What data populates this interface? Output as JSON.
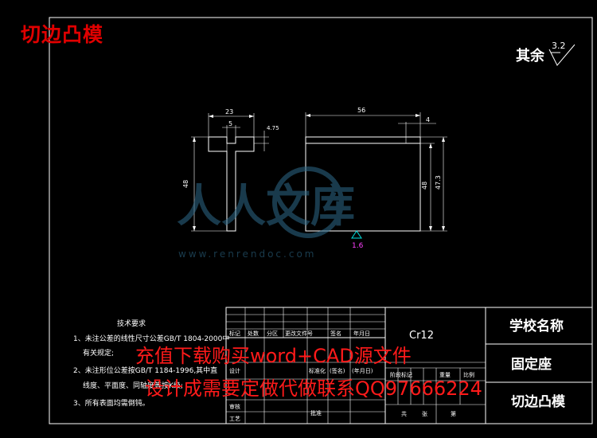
{
  "page": {
    "top_title": "切边凸模",
    "roughness_other": "其余",
    "roughness_value": "3.2"
  },
  "drawing": {
    "front_view": {
      "dim_top_width": "23",
      "dim_slot_width": "5",
      "dim_offset": "4.75",
      "dim_height": "48"
    },
    "side_view": {
      "dim_width": "56",
      "dim_step": "4",
      "dim_height": "48",
      "dim_height_total": "47.3"
    },
    "surface_mark": "1.6"
  },
  "watermark": {
    "brand_cn": "人人文库",
    "url": "www.renrendoc.com",
    "line1": "充值下载购买word+CAD源文件",
    "line2": "设计成需要定做代做联系QQ97666224"
  },
  "notes": {
    "title": "技术要求",
    "items": [
      "1、未注公差的线性尺寸公差GB/T 1804-2000中",
      "有关规定;",
      "2、未注形位公差按GB/T 1184-1996,其中直",
      "线度、平面度、同轴度等按K级;",
      "3、所有表面均需倒钝。"
    ]
  },
  "title_block": {
    "material": "Cr12",
    "school": "学校名称",
    "part_name": "固定座",
    "drawing_name": "切边凸模",
    "labels": {
      "biaoji": "标记",
      "chushu": "处数",
      "fenqu": "分区",
      "gengai": "更改文件号",
      "qianming": "签名",
      "riqi": "年月日",
      "sheji": "设计",
      "biaozhunhua": "标准化",
      "qianming2": "(签名)",
      "riqi2": "(年月日)",
      "shenhe": "审核",
      "gongyi": "工艺",
      "pizhun": "批准",
      "jieduan": "阶段标记",
      "zhongliang": "重量",
      "bili": "比例",
      "gong": "共",
      "zhang": "张",
      "di": "第"
    }
  }
}
